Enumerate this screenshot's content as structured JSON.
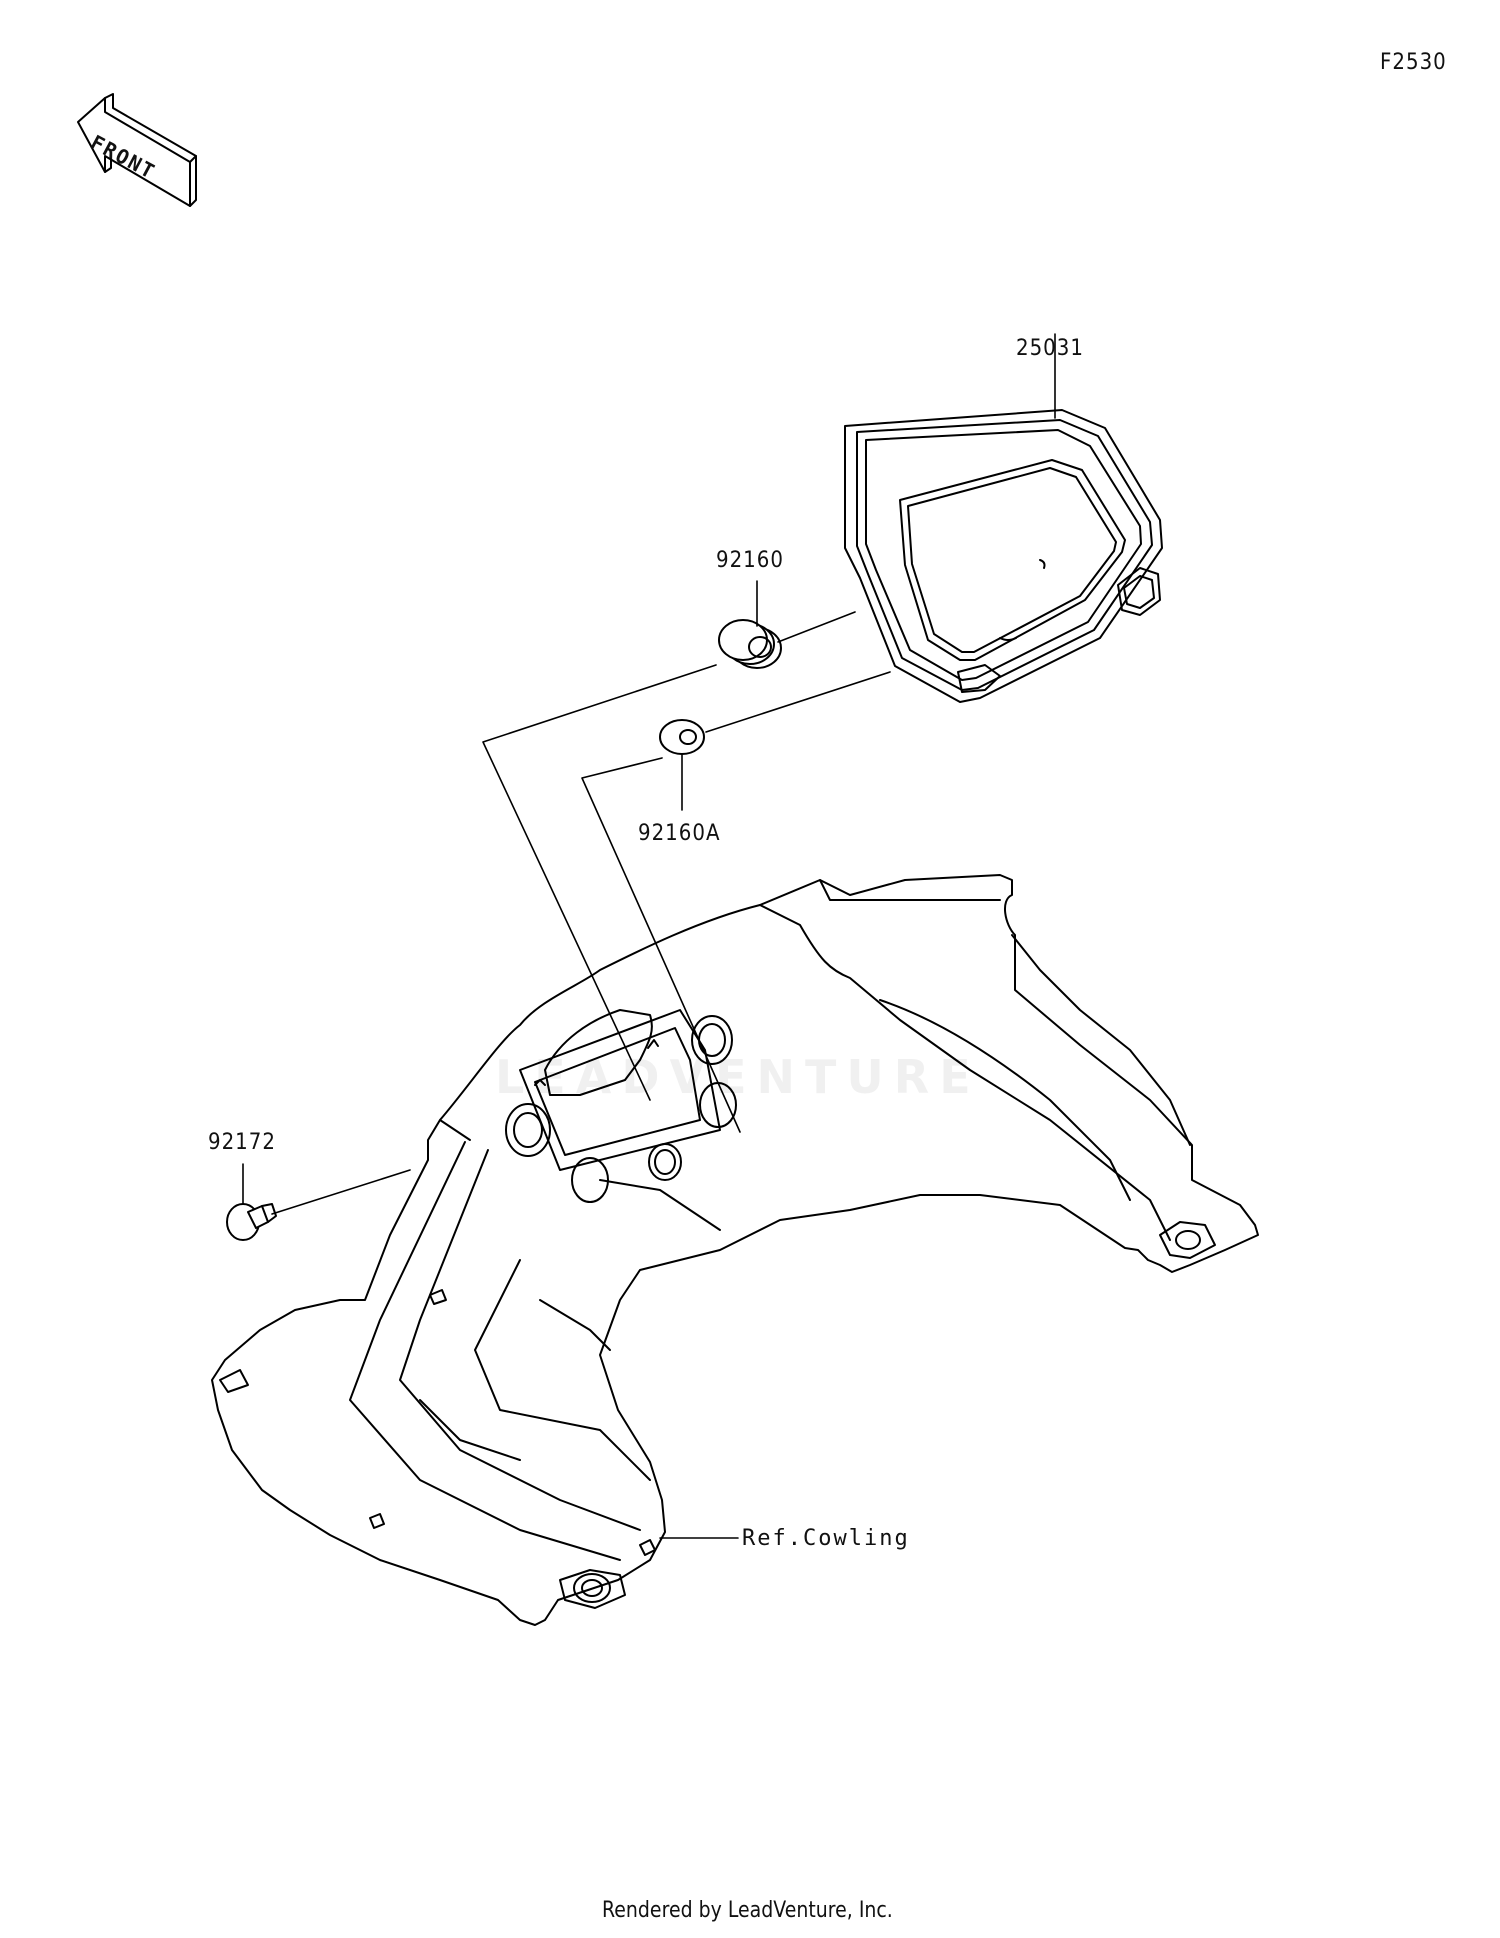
{
  "figure_code": "F2530",
  "front_label": "FRONT",
  "parts": {
    "meter": "25031",
    "grommet": "92160",
    "grommet_a": "92160A",
    "bolt": "92172",
    "ref": "Ref.Cowling"
  },
  "watermark": "LEADVENTURE",
  "footer": "Rendered by LeadVenture, Inc."
}
